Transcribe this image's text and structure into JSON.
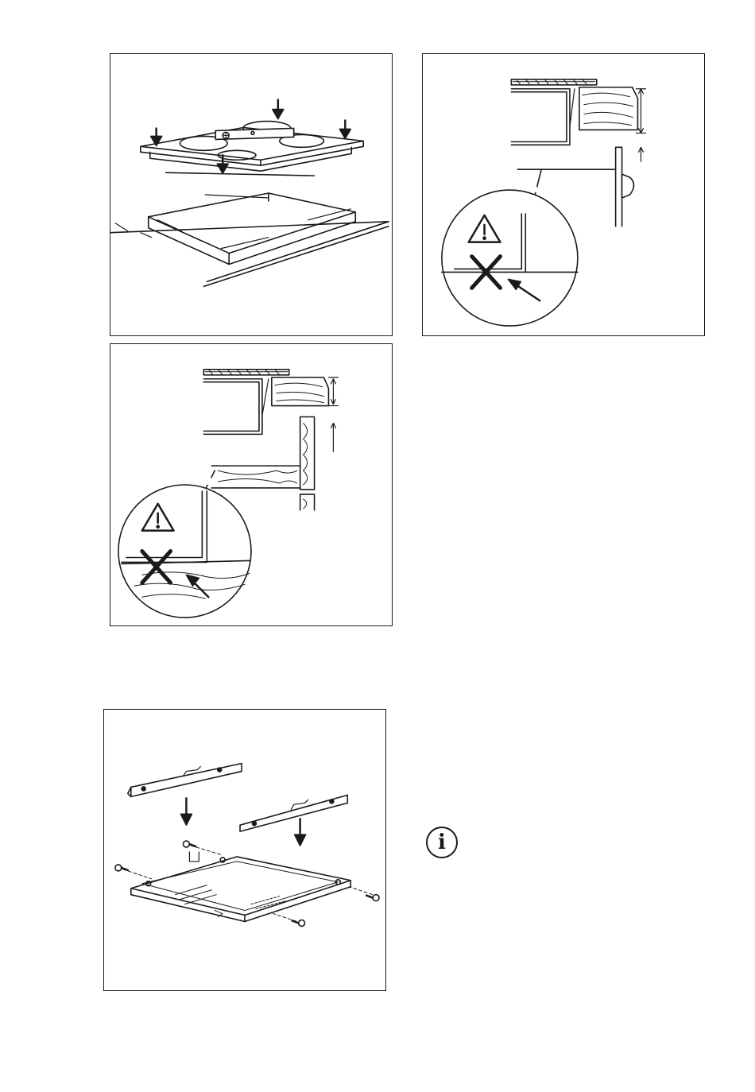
{
  "figures": [
    {
      "id": "hob-insertion",
      "icons": [
        "down-arrow-icon",
        "adjustment-arrow-icon"
      ]
    },
    {
      "id": "gap-warning-a",
      "icons": [
        "warning-triangle-icon",
        "forbidden-cross-icon",
        "pointer-arrow-icon",
        "height-dimension-icon"
      ]
    },
    {
      "id": "gap-warning-b",
      "icons": [
        "warning-triangle-icon",
        "forbidden-cross-icon",
        "pointer-arrow-icon",
        "height-dimension-icon"
      ]
    },
    {
      "id": "bracket-assembly",
      "icons": [
        "down-arrow-icon",
        "screw-icon"
      ]
    }
  ],
  "info_icon": {
    "glyph": "i",
    "name": "info-icon"
  },
  "colors": {
    "line": "#1a1a1a",
    "background": "#ffffff"
  }
}
